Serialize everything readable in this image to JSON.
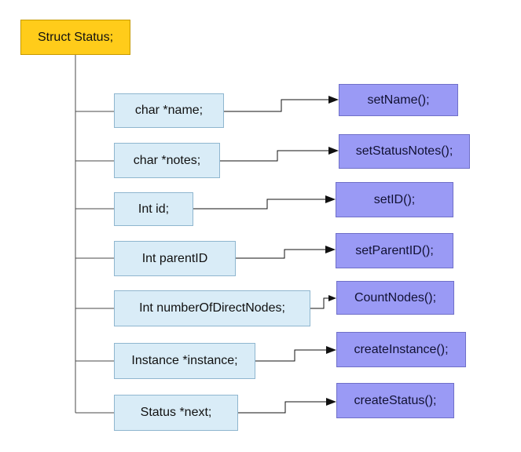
{
  "diagram": {
    "root": {
      "label": "Struct Status;"
    },
    "fields": [
      {
        "label": "char *name;"
      },
      {
        "label": "char *notes;"
      },
      {
        "label": "Int id;"
      },
      {
        "label": "Int parentID"
      },
      {
        "label": "Int numberOfDirectNodes;"
      },
      {
        "label": "Instance *instance;"
      },
      {
        "label": "Status *next;"
      }
    ],
    "methods": [
      {
        "label": "setName();"
      },
      {
        "label": "setStatusNotes();"
      },
      {
        "label": "setID();"
      },
      {
        "label": "setParentID();"
      },
      {
        "label": "CountNodes();"
      },
      {
        "label": "createInstance();"
      },
      {
        "label": "createStatus();"
      }
    ],
    "colors": {
      "root_fill": "#ffcc1a",
      "field_fill": "#d9ecf7",
      "method_fill": "#9a9af5",
      "connector": "#4a4a4a",
      "arrow": "#111111"
    }
  }
}
